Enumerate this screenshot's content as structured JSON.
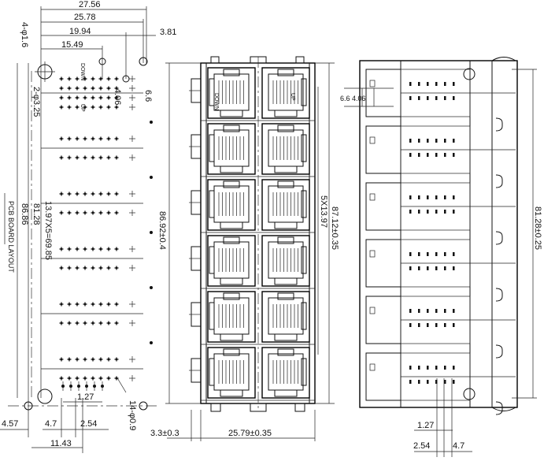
{
  "left_view": {
    "dims_top": [
      "27.56",
      "25.78",
      "19.94",
      "15.49",
      "3.81"
    ],
    "dim_hole_dia": "4-φ1.6",
    "dim_pin_dia": "2-φ3.25",
    "dim_406": "4.06",
    "dim_66": "6.6",
    "dim_pitch": "13.97X5=69.85",
    "dim_8128": "81.28",
    "dim_8686": "86.86",
    "board_label": "PCB BOARD LAYOUT",
    "dim_127": "1.27",
    "dim_pin_small": "14-φ0.9",
    "dims_bottom": [
      "4.57",
      "4.7",
      "2.54"
    ],
    "dim_1143": "11.43",
    "port_labels": [
      "DOWN",
      "UP"
    ]
  },
  "middle_view": {
    "dim_height_left": "86.92±0.4",
    "dim_pitch_right": "5X13.97",
    "dim_height_right": "87.12±0.35",
    "dim_33": "3.3±0.3",
    "dim_2579": "25.79±0.35",
    "port_labels": [
      "DOWN",
      "UP"
    ]
  },
  "right_view": {
    "dim_406": "4.06",
    "dim_66": "6.6",
    "dim_8128": "81.28±0.25",
    "dim_127": "1.27",
    "dim_254": "2.54",
    "dim_47": "4.7"
  }
}
